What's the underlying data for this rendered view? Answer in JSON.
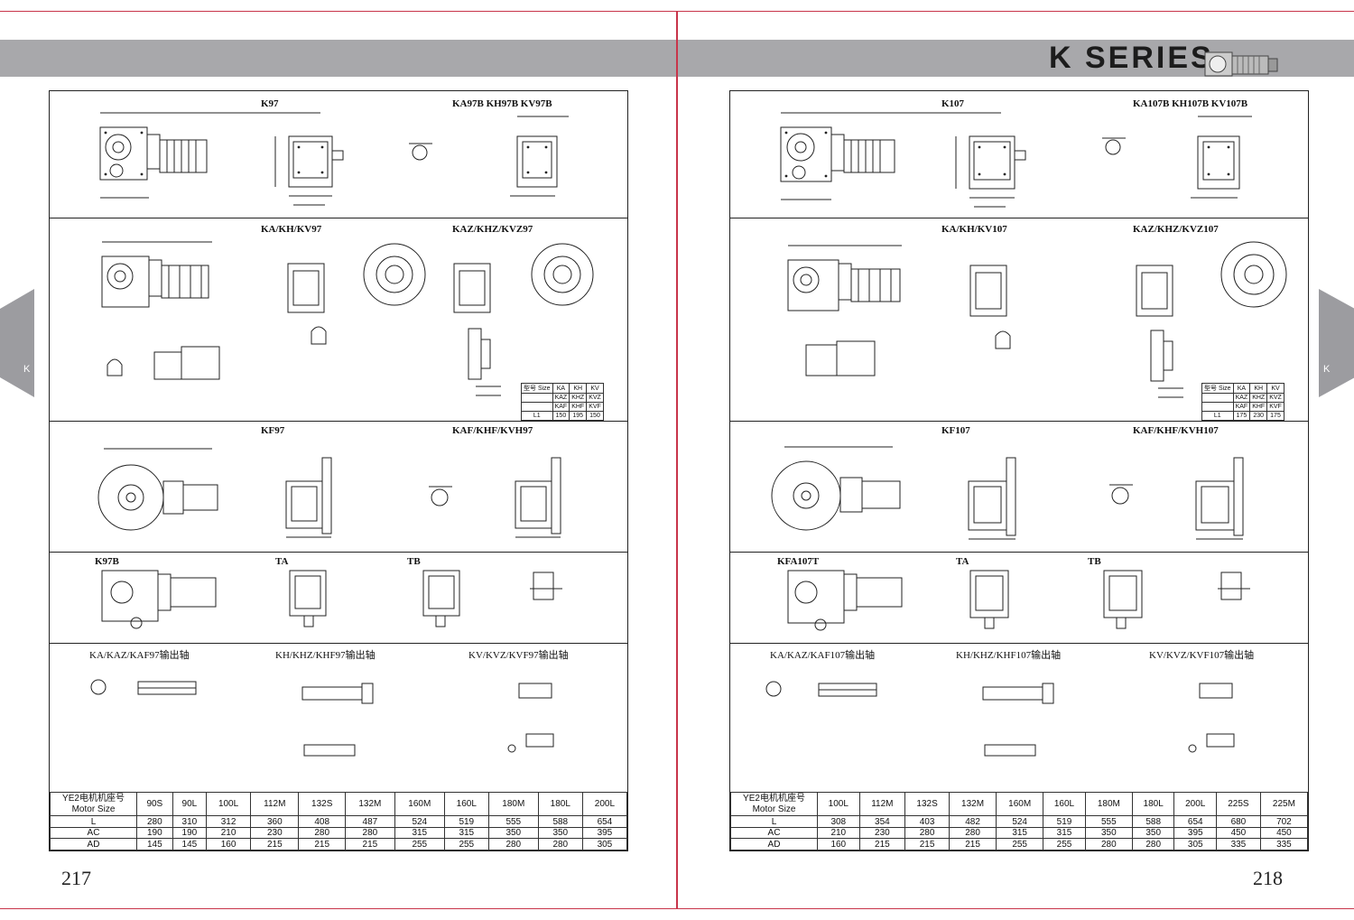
{
  "series_title": "K SERIES",
  "side_tab_letter": "K",
  "pages": [
    {
      "page_number": "217",
      "labels": {
        "row1": [
          "K97",
          "KA97B KH97B KV97B"
        ],
        "row2": [
          "KA/KH/KV97",
          "KAZ/KHZ/KVZ97"
        ],
        "row3": [
          "KF97",
          "KAF/KHF/KVH97"
        ],
        "row4": [
          "K97B",
          "TA",
          "TB"
        ],
        "row5": [
          "KA/KAZ/KAF97输出轴",
          "KH/KHZ/KHF97输出轴",
          "KV/KVZ/KVF97输出轴"
        ]
      },
      "size_table": {
        "header": [
          "型号 Size",
          "KA",
          "KH",
          "KV"
        ],
        "rows": [
          [
            "",
            "KAZ",
            "KHZ",
            "KVZ"
          ],
          [
            "",
            "KAF",
            "KHF",
            "KVF"
          ],
          [
            "L1",
            "150",
            "195",
            "150"
          ]
        ]
      },
      "motor_table": {
        "header_cn": "YE2电机机座号",
        "header_en": "Motor Size",
        "sizes": [
          "90S",
          "90L",
          "100L",
          "112M",
          "132S",
          "132M",
          "160M",
          "160L",
          "180M",
          "180L",
          "200L"
        ],
        "rows": [
          {
            "name": "L",
            "values": [
              "280",
              "310",
              "312",
              "360",
              "408",
              "487",
              "524",
              "519",
              "555",
              "588",
              "654"
            ]
          },
          {
            "name": "AC",
            "values": [
              "190",
              "190",
              "210",
              "230",
              "280",
              "280",
              "315",
              "315",
              "350",
              "350",
              "395"
            ]
          },
          {
            "name": "AD",
            "values": [
              "145",
              "145",
              "160",
              "215",
              "215",
              "215",
              "255",
              "255",
              "280",
              "280",
              "305"
            ]
          }
        ]
      }
    },
    {
      "page_number": "218",
      "labels": {
        "row1": [
          "K107",
          "KA107B KH107B KV107B"
        ],
        "row2": [
          "KA/KH/KV107",
          "KAZ/KHZ/KVZ107"
        ],
        "row3": [
          "KF107",
          "KAF/KHF/KVH107"
        ],
        "row4": [
          "KFA107T",
          "TA",
          "TB"
        ],
        "row5": [
          "KA/KAZ/KAF107输出轴",
          "KH/KHZ/KHF107输出轴",
          "KV/KVZ/KVF107输出轴"
        ]
      },
      "size_table": {
        "header": [
          "型号 Size",
          "KA",
          "KH",
          "KV"
        ],
        "rows": [
          [
            "",
            "KAZ",
            "KHZ",
            "KVZ"
          ],
          [
            "",
            "KAF",
            "KHF",
            "KVF"
          ],
          [
            "L1",
            "175",
            "230",
            "175"
          ]
        ]
      },
      "motor_table": {
        "header_cn": "YE2电机机座号",
        "header_en": "Motor Size",
        "sizes": [
          "100L",
          "112M",
          "132S",
          "132M",
          "160M",
          "160L",
          "180M",
          "180L",
          "200L",
          "225S",
          "225M"
        ],
        "rows": [
          {
            "name": "L",
            "values": [
              "308",
              "354",
              "403",
              "482",
              "524",
              "519",
              "555",
              "588",
              "654",
              "680",
              "702"
            ]
          },
          {
            "name": "AC",
            "values": [
              "210",
              "230",
              "280",
              "280",
              "315",
              "315",
              "350",
              "350",
              "395",
              "450",
              "450"
            ]
          },
          {
            "name": "AD",
            "values": [
              "160",
              "215",
              "215",
              "215",
              "255",
              "255",
              "280",
              "280",
              "305",
              "335",
              "335"
            ]
          }
        ]
      }
    }
  ]
}
